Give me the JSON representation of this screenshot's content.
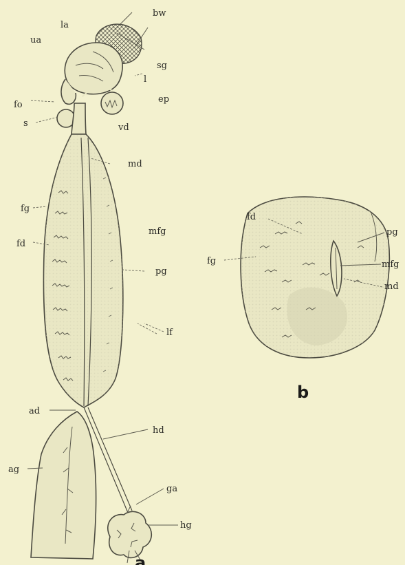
{
  "labels_a": {
    "bw": "bw",
    "la": "la",
    "ua": "ua",
    "sg": "sg",
    "l": "l",
    "ep": "ep",
    "fo": "fo",
    "s": "s",
    "vd": "vd",
    "md": "md",
    "fg": "fg",
    "mfg": "mfg",
    "fd": "fd",
    "pg": "pg",
    "lf": "lf",
    "ad": "ad",
    "hd": "hd",
    "ag": "ag",
    "ga": "ga",
    "hg": "hg"
  },
  "labels_b": {
    "fd": "fd",
    "pg": "pg",
    "mfg": "mfg",
    "fg": "fg",
    "md": "md"
  },
  "panels": {
    "a": "a",
    "b": "b"
  }
}
